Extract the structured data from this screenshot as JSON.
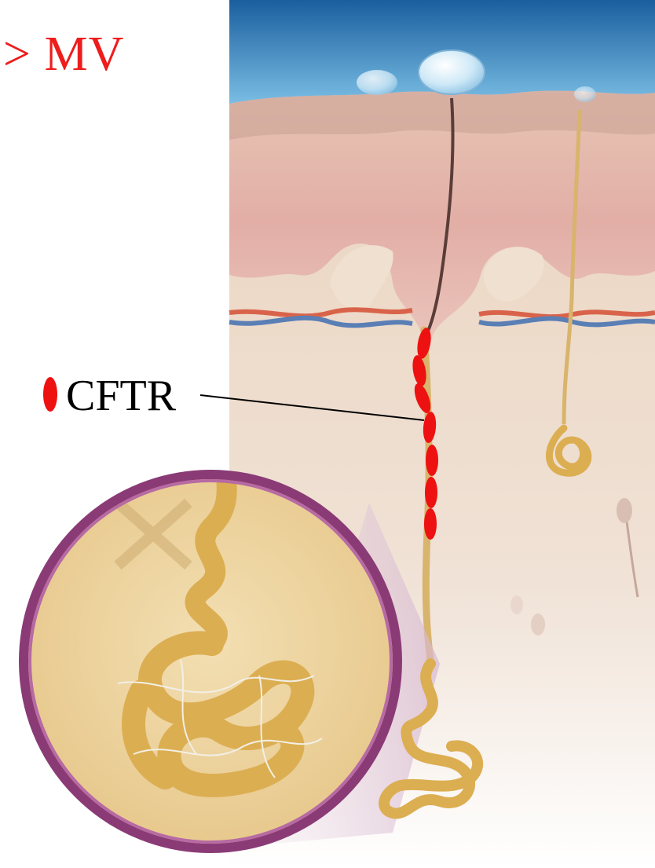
{
  "title": "> MV",
  "legend": {
    "label": "CFTR"
  },
  "colors": {
    "title": "#ee1c1c",
    "cftr": "#ee1111",
    "sky": "#2f7fbf",
    "epidermis": "#e3b7a8",
    "dermis": "#efdcc9",
    "gland": "#e2b75a",
    "artery": "#d9634a",
    "vein": "#5a7fb5",
    "magnifier_ring": "#8a3b76"
  },
  "icons": [
    "sweat-droplet",
    "sweat-gland-coil",
    "magnifying-lens"
  ]
}
